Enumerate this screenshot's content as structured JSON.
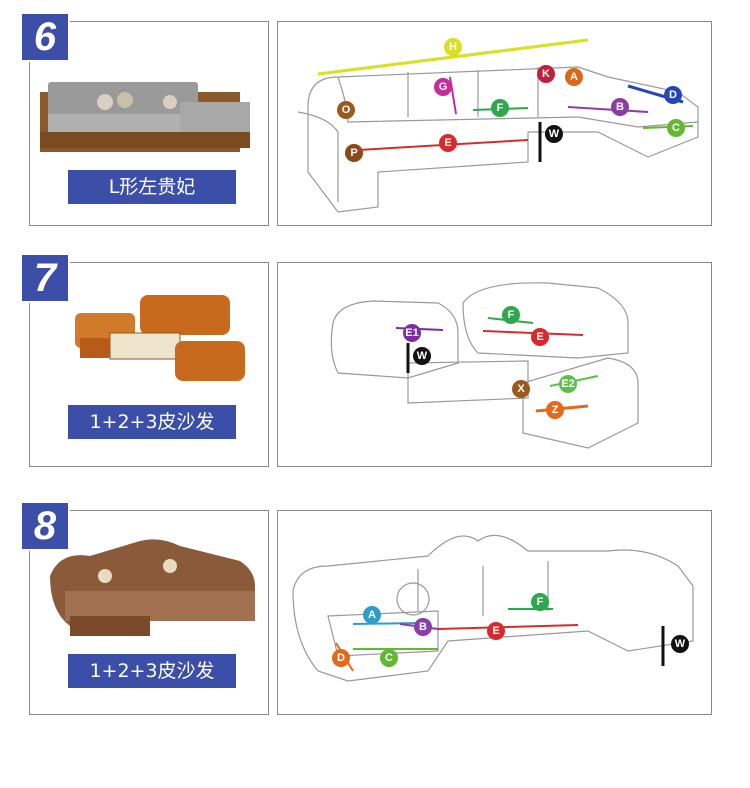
{
  "sections": [
    {
      "number": "6",
      "caption": "L形左贵妃",
      "labels": [
        "H",
        "G",
        "K",
        "A",
        "O",
        "F",
        "D",
        "B",
        "C",
        "P",
        "E",
        "W"
      ]
    },
    {
      "number": "7",
      "caption": "1+2+3皮沙发",
      "labels": [
        "F",
        "E1",
        "E",
        "W",
        "E2",
        "X",
        "Z"
      ]
    },
    {
      "number": "8",
      "caption": "1+2+3皮沙发",
      "labels": [
        "A",
        "B",
        "E",
        "F",
        "D",
        "C",
        "W"
      ]
    }
  ],
  "colors": {
    "brand_blue": "#3c4fa8",
    "H": "#d9e021",
    "G": "#c72a9c",
    "K": "#c0203a",
    "A": "#d86a1e",
    "O": "#9b5a1c",
    "F": "#2ea84a",
    "D": "#2446b8",
    "B": "#8a3da8",
    "C": "#62b830",
    "P": "#8a4a18",
    "E": "#d72b2b",
    "W": "#111111",
    "E1": "#7a2da0",
    "E2": "#5cc04a",
    "X": "#9b5a1c",
    "Z": "#e46a1a"
  },
  "icons": [
    "sofa-photo-wooden-l-shape",
    "sofa-photo-leather-set",
    "sofa-photo-european-fabric",
    "sofa-line-drawing"
  ]
}
